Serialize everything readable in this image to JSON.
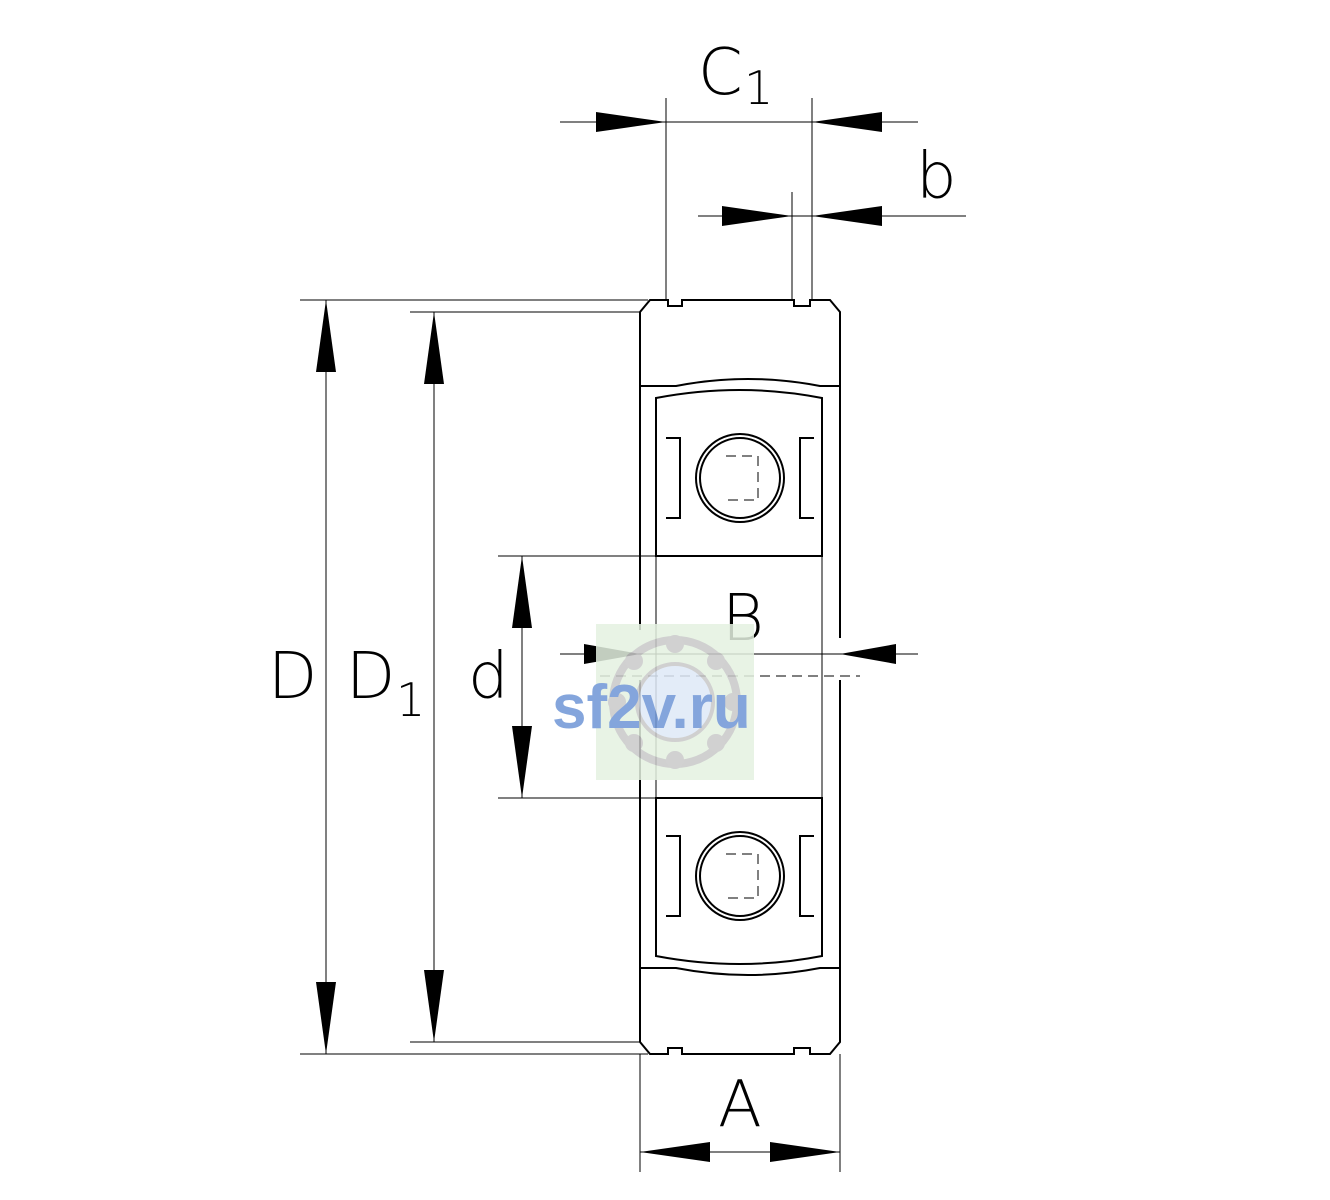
{
  "labels": {
    "C1_main": "C",
    "C1_sub": "1",
    "b": "b",
    "B": "B",
    "D": "D",
    "D1_main": "D",
    "D1_sub": "1",
    "d": "d",
    "A": "A"
  },
  "watermark": {
    "text": "sf2v.ru",
    "text_color": "#6f96d6",
    "bg_color": "#e4f1e1"
  }
}
